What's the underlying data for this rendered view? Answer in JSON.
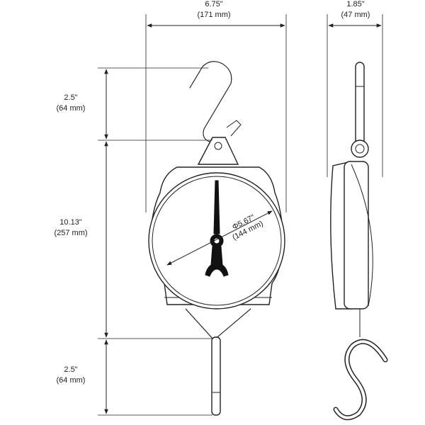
{
  "dimensions": {
    "width": {
      "inches": "6.75\"",
      "mm": "(171 mm)"
    },
    "depth": {
      "inches": "1.85\"",
      "mm": "(47 mm)"
    },
    "top_hook": {
      "inches": "2.5\"",
      "mm": "(64 mm)"
    },
    "body_height": {
      "inches": "10.13\"",
      "mm": "(257 mm)"
    },
    "bottom_hook": {
      "inches": "2.5\"",
      "mm": "(64 mm)"
    },
    "dial_diameter": {
      "inches": "Φ5.67\"",
      "mm": "(144 mm)"
    }
  }
}
